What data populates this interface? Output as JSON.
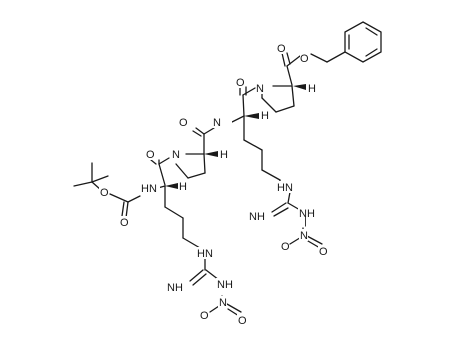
{
  "molecule": {
    "atoms": {
      "o_ester_carbonyl": "O",
      "o_ester": "O",
      "n_pro_top": "N",
      "o_top_amide": "O",
      "nh_top_amide": "N",
      "hn_guan_top": "HN",
      "nh_imine_top": "NH",
      "nh_nitro_top": "NH",
      "n_nitro_top": "N",
      "o_nitro_top_a": "O",
      "o_nitro_top_b": "O",
      "o_mid_amide": "O",
      "n_pro_mid": "N",
      "o_low_amide": "O",
      "hn_boc": "HN",
      "o_boc_ether": "O",
      "o_boc_carbonyl": "O",
      "hn_guan_low": "HN",
      "nh_imine_low": "NH",
      "nh_nitro_low": "NH",
      "n_nitro_low": "N",
      "o_nitro_low_a": "O",
      "o_nitro_low_b": "O"
    },
    "stereo_h": {
      "h_top_pro": "H",
      "h_top_arg": "H",
      "h_mid_pro": "H",
      "h_low_arg": "H"
    }
  }
}
